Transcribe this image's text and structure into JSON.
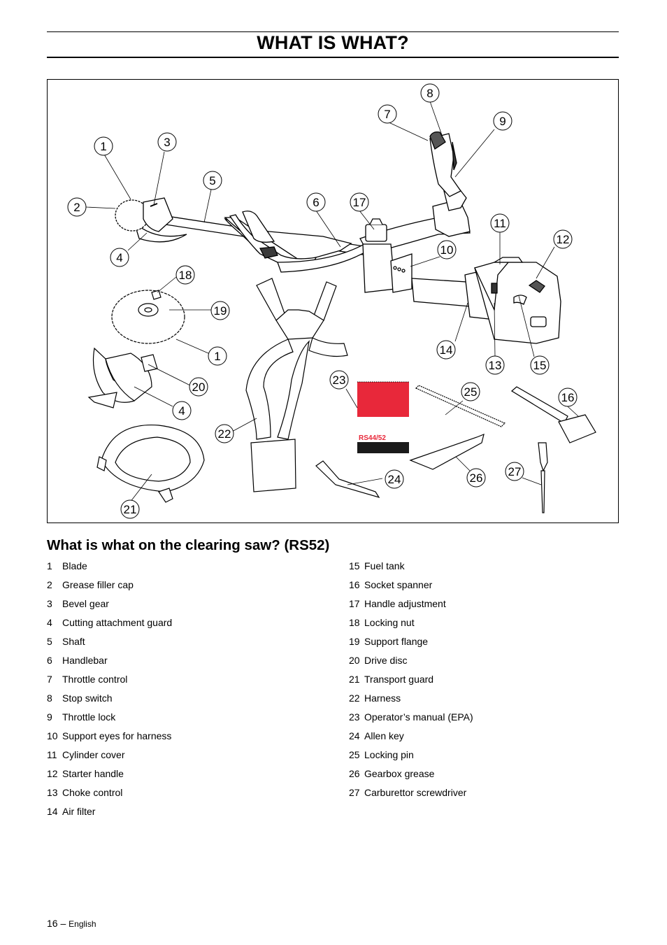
{
  "page": {
    "title": "WHAT IS WHAT?",
    "section_heading": "What is what on the clearing saw? (RS52)",
    "page_number": "16",
    "language": "English"
  },
  "figure": {
    "callouts": [
      "1",
      "2",
      "3",
      "4",
      "5",
      "6",
      "7",
      "8",
      "9",
      "10",
      "11",
      "12",
      "13",
      "14",
      "15",
      "16",
      "17",
      "18",
      "19",
      "1",
      "20",
      "4",
      "21",
      "22",
      "23",
      "24",
      "25",
      "26",
      "27"
    ],
    "booklet_label": "RS44/52"
  },
  "parts_left": [
    {
      "num": "1",
      "label": "Blade"
    },
    {
      "num": "2",
      "label": "Grease filler cap"
    },
    {
      "num": "3",
      "label": "Bevel gear"
    },
    {
      "num": "4",
      "label": "Cutting attachment guard"
    },
    {
      "num": "5",
      "label": "Shaft"
    },
    {
      "num": "6",
      "label": "Handlebar"
    },
    {
      "num": "7",
      "label": "Throttle control"
    },
    {
      "num": "8",
      "label": "Stop switch"
    },
    {
      "num": "9",
      "label": "Throttle lock"
    },
    {
      "num": "10",
      "label": "Support eyes for harness"
    },
    {
      "num": "11",
      "label": "Cylinder cover"
    },
    {
      "num": "12",
      "label": "Starter handle"
    },
    {
      "num": "13",
      "label": "Choke control"
    },
    {
      "num": "14",
      "label": "Air filter"
    }
  ],
  "parts_right": [
    {
      "num": "15",
      "label": "Fuel tank"
    },
    {
      "num": "16",
      "label": "Socket spanner"
    },
    {
      "num": "17",
      "label": "Handle adjustment"
    },
    {
      "num": "18",
      "label": "Locking nut"
    },
    {
      "num": "19",
      "label": "Support flange"
    },
    {
      "num": "20",
      "label": "Drive disc"
    },
    {
      "num": "21",
      "label": "Transport guard"
    },
    {
      "num": "22",
      "label": "Harness"
    },
    {
      "num": "23",
      "label": "Operator’s manual (EPA)"
    },
    {
      "num": "24",
      "label": "Allen key"
    },
    {
      "num": "25",
      "label": "Locking pin"
    },
    {
      "num": "26",
      "label": "Gearbox grease"
    },
    {
      "num": "27",
      "label": "Carburettor screwdriver"
    }
  ],
  "colors": {
    "manual_cover_red": "#e8283a",
    "booklet_band": "#1a1a1a"
  }
}
